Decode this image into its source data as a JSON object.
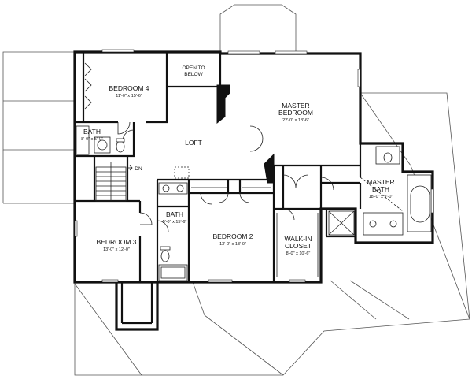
{
  "rooms": {
    "bedroom4": {
      "name": "BEDROOM 4",
      "dim": "11'-0\" x 15'-6\""
    },
    "open_below": {
      "line1": "OPEN TO",
      "line2": "BELOW"
    },
    "master_bedroom": {
      "line1": "MASTER",
      "line2": "BEDROOM",
      "dim": "22'-0\" x 18'-6\""
    },
    "bath_left": {
      "name": "BATH",
      "dim": "8'-0\" x 5'-0\""
    },
    "loft": {
      "name": "LOFT"
    },
    "dn": {
      "label": "DN"
    },
    "master_bath": {
      "line1": "MASTER",
      "line2": "BATH",
      "dim": "18'-0\" x 9'-0\""
    },
    "bath_center": {
      "name": "BATH",
      "dim": "5'-0\" x 15'-6\""
    },
    "bedroom3": {
      "name": "BEDROOM 3",
      "dim": "13'-0\" x 12'-0\""
    },
    "bedroom2": {
      "name": "BEDROOM 2",
      "dim": "13'-0\" x 13'-0\""
    },
    "walk_in_closet": {
      "line1": "WALK-IN",
      "line2": "CLOSET",
      "dim": "8'-0\" x 10'-6\""
    }
  }
}
